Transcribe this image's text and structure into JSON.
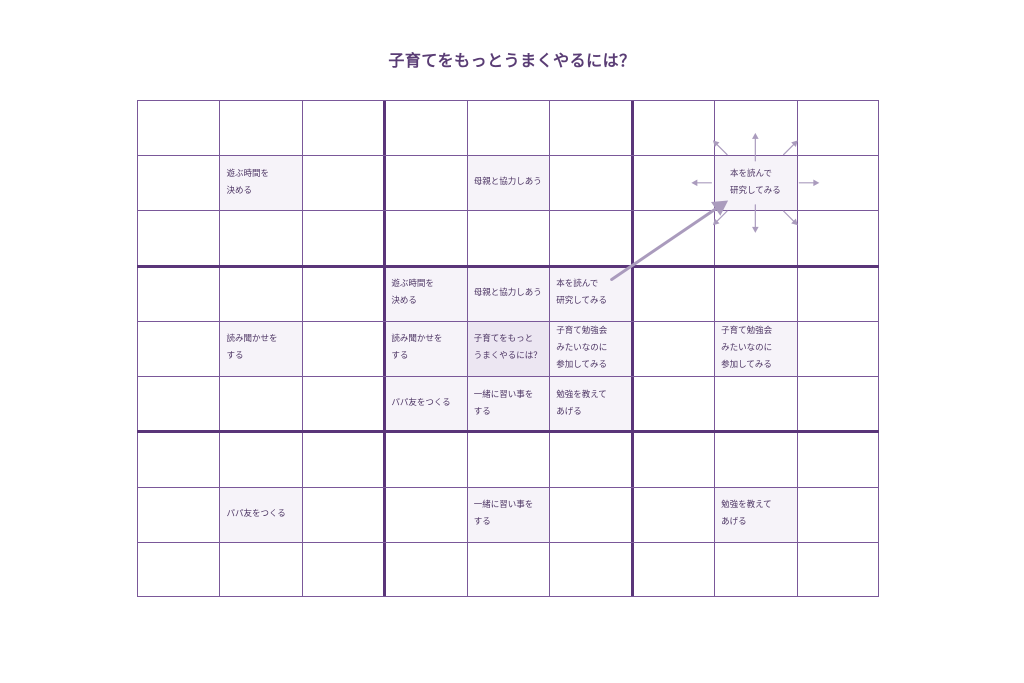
{
  "title": "子育てをもっとうまくやるには？",
  "diagram": {
    "type": "mandala-chart",
    "rows": 9,
    "cols": 9,
    "center_label": "子育てをもっと\nうまくやるには？",
    "cells": [
      {
        "row": 1,
        "col": 1,
        "text": "遊ぶ時間を\n決める"
      },
      {
        "row": 1,
        "col": 4,
        "text": "母親と協力しあう"
      },
      {
        "row": 1,
        "col": 7,
        "text": "本を読んで\n研究してみる",
        "align": "center"
      },
      {
        "row": 3,
        "col": 3,
        "text": "遊ぶ時間を\n決める"
      },
      {
        "row": 3,
        "col": 4,
        "text": "母親と協力しあう"
      },
      {
        "row": 3,
        "col": 5,
        "text": "本を読んで\n研究してみる"
      },
      {
        "row": 4,
        "col": 1,
        "text": "読み聞かせを\nする"
      },
      {
        "row": 4,
        "col": 3,
        "text": "読み聞かせを\nする"
      },
      {
        "row": 4,
        "col": 4,
        "text": "子育てをもっと\nうまくやるには？",
        "center": true
      },
      {
        "row": 4,
        "col": 5,
        "text": "子育て勉強会\nみたいなのに\n参加してみる"
      },
      {
        "row": 4,
        "col": 7,
        "text": "子育て勉強会\nみたいなのに\n参加してみる"
      },
      {
        "row": 5,
        "col": 3,
        "text": "パパ友をつくる"
      },
      {
        "row": 5,
        "col": 4,
        "text": "一緒に習い事を\nする"
      },
      {
        "row": 5,
        "col": 5,
        "text": "勉強を教えて\nあげる"
      },
      {
        "row": 7,
        "col": 1,
        "text": "パパ友をつくる"
      },
      {
        "row": 7,
        "col": 4,
        "text": "一緒に習い事を\nする"
      },
      {
        "row": 7,
        "col": 7,
        "text": "勉強を教えて\nあげる"
      }
    ],
    "expansion_arrow": {
      "from": [
        3,
        5
      ],
      "to": [
        1,
        7
      ]
    },
    "spread_arrows_cell": [
      1,
      7
    ],
    "colors": {
      "grid": "#7a5899",
      "block_border": "#5a3579",
      "cell_fill": "#f6f3f9",
      "center_fill": "#ece6f2",
      "text": "#4d3564",
      "arrow": "#aa9bbd"
    }
  }
}
